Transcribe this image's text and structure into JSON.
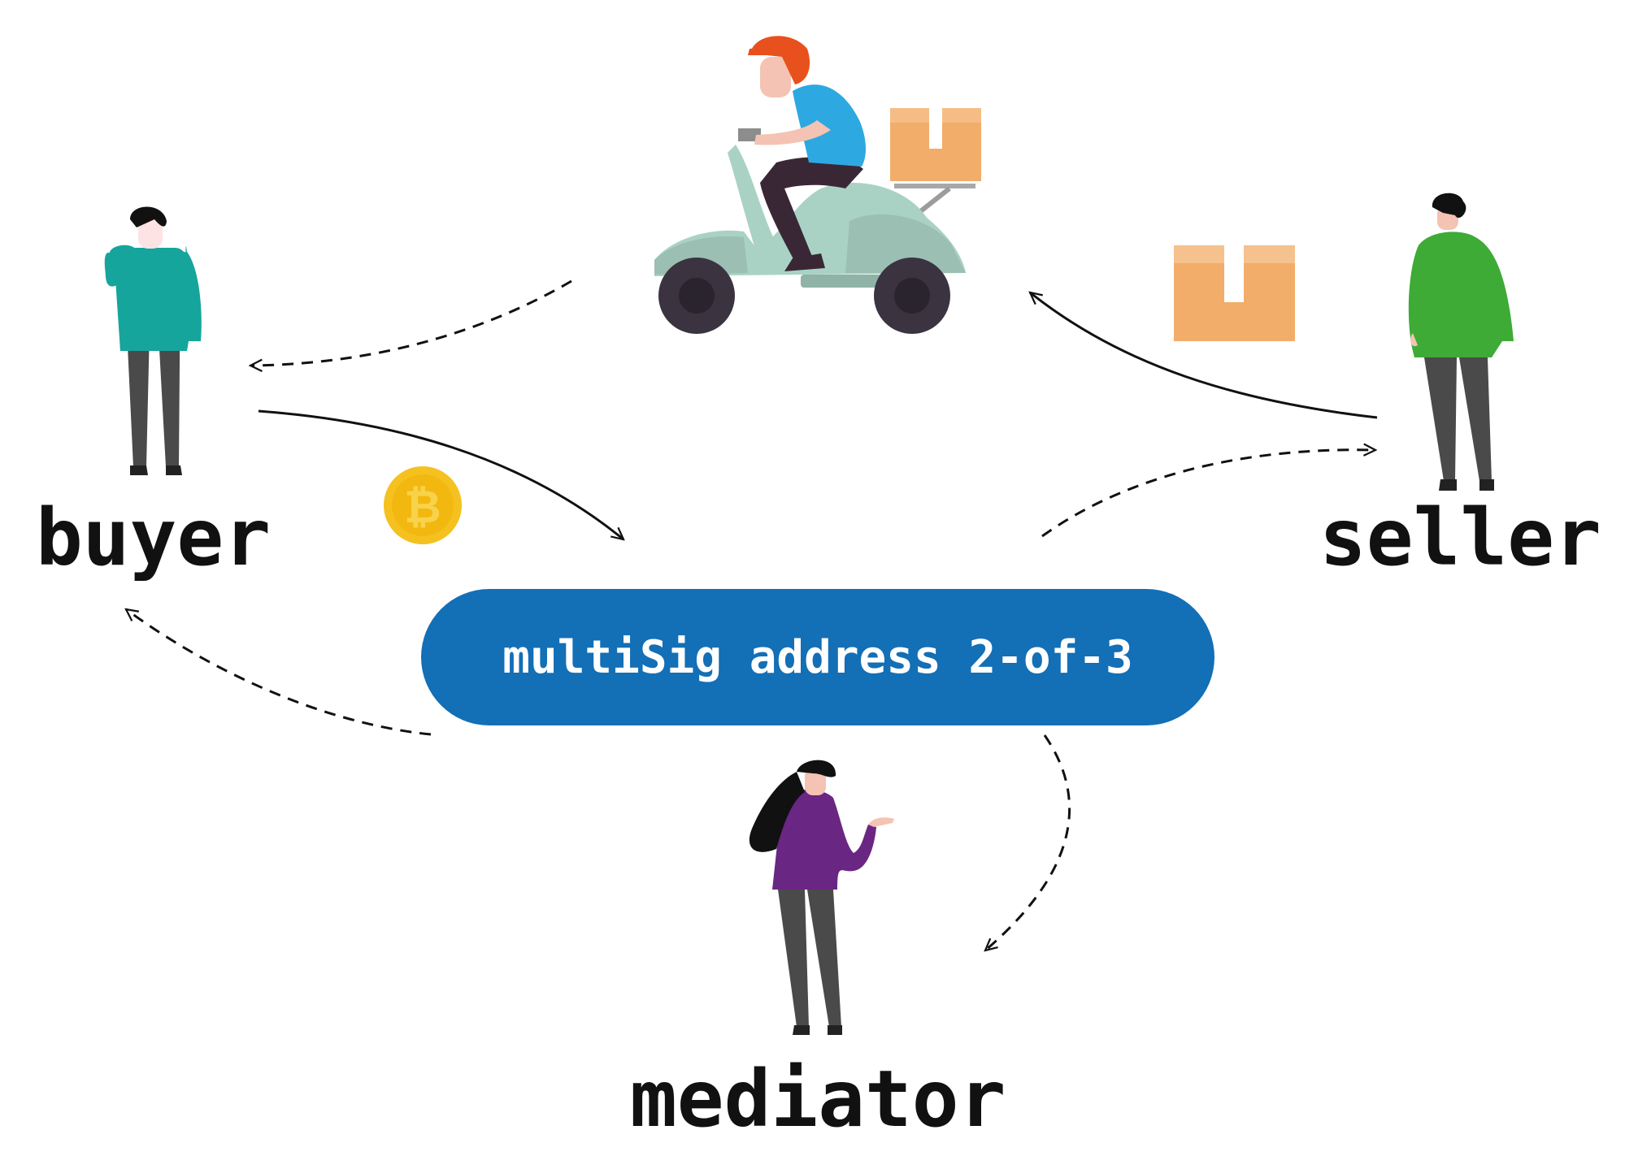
{
  "nodes": {
    "buyer": "buyer",
    "seller": "seller",
    "mediator": "mediator",
    "multisig": "multiSig address 2-of-3"
  },
  "icons": {
    "coin": "bitcoin-coin-icon",
    "courier": "scooter-courier-illustration",
    "package": "package-box-icon"
  },
  "colors": {
    "multisig_fill": "#136fb6",
    "buyer_shirt": "#16a59c",
    "seller_shirt": "#3dab35",
    "mediator_shirt": "#6a2683",
    "coin": "#f5c11f",
    "box": "#f2ad6a",
    "scooter": "#a9d2c5",
    "helmet": "#e8511e",
    "courier_shirt": "#2ea8e0"
  }
}
